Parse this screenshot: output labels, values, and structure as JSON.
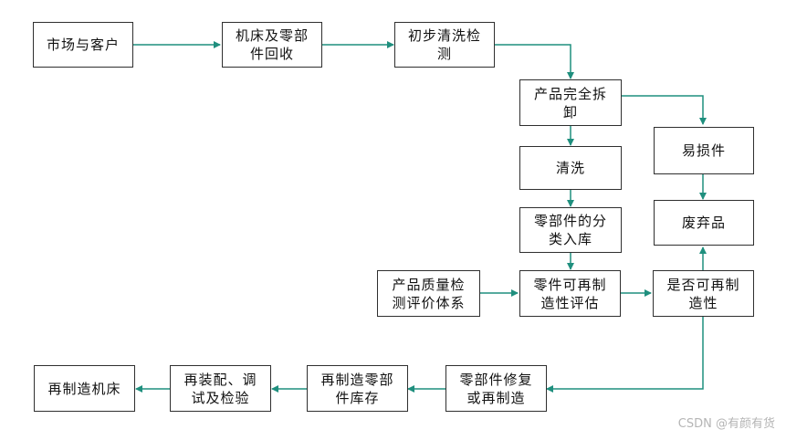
{
  "nodes": {
    "market": "市场与客户",
    "recycle": "机床及零部件回收",
    "initial_clean": "初步清洗检测",
    "disassembly": "产品完全拆卸",
    "wearing_parts": "易损件",
    "cleaning": "清洗",
    "waste": "废弃品",
    "classify": "零部件的分类入库",
    "quality_system": "产品质量检测评价体系",
    "evaluate": "零件可再制造性评估",
    "decision": "是否可再制造性",
    "repair": "零部件修复或再制造",
    "inventory": "再制造零部件库存",
    "assembly": "再装配、调试及检验",
    "final": "再制造机床"
  },
  "watermark": "CSDN @有颜有货",
  "colors": {
    "arrow": "#1f8f7e",
    "border": "#2f2f2f"
  }
}
